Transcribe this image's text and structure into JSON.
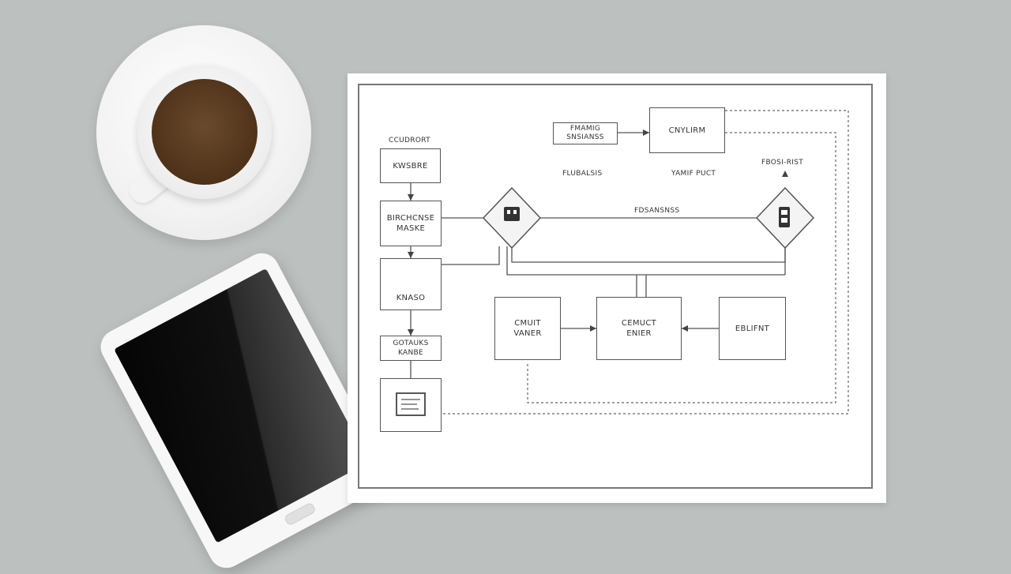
{
  "diagram": {
    "top_note": [
      "FMAMIG",
      "SNSIANSS"
    ],
    "top_box": "CNYLIRM",
    "left_caption": "CCUDRORT",
    "left_boxes": [
      {
        "lines": [
          "KWSBRE"
        ]
      },
      {
        "lines": [
          "BIRCHCNSE",
          "MASKE"
        ]
      },
      {
        "lines": [
          "KNASO"
        ]
      },
      {
        "lines": [
          "GOTAUKS",
          "KANBE"
        ]
      }
    ],
    "mid_labels": {
      "left": "FLUBALSIS",
      "center": "YAMIF PUCT",
      "right": "FBOSI-RIST",
      "line": "FDSANSNSS"
    },
    "bottom_boxes": [
      {
        "lines": [
          "CMUIT",
          "VANER"
        ]
      },
      {
        "lines": [
          "CEMUCT",
          "ENIER"
        ]
      },
      {
        "lines": [
          "EBLIFNT"
        ]
      }
    ]
  },
  "colors": {
    "background": "#bcc0bf",
    "paper": "#ffffff",
    "line": "#555555",
    "coffee": "#4e3219"
  },
  "icons": [
    "coffee-cup-icon",
    "tablet-icon",
    "decision-diamond-icon",
    "document-icon"
  ]
}
